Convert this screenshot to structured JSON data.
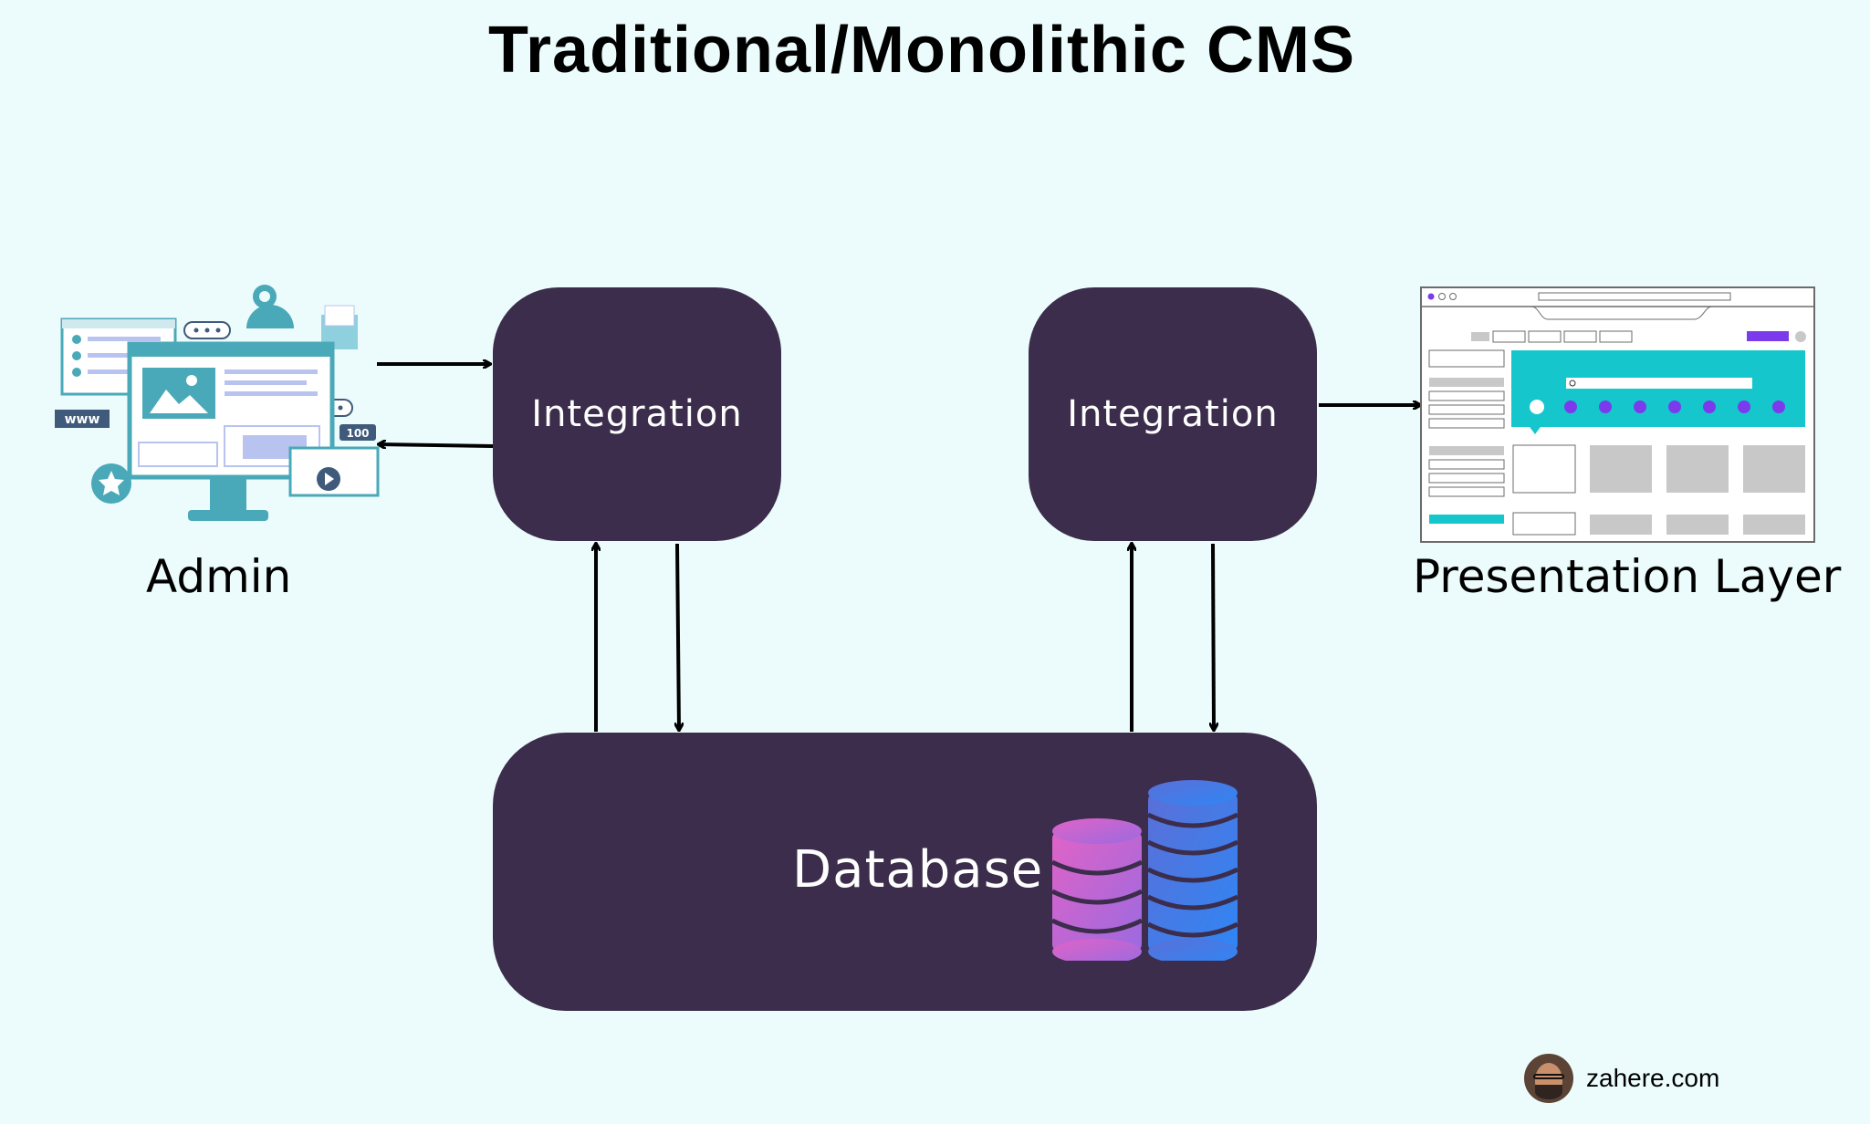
{
  "title": "Traditional/Monolithic CMS",
  "nodes": {
    "admin": {
      "label": "Admin"
    },
    "integration_left": {
      "label": "Integration"
    },
    "integration_right": {
      "label": "Integration"
    },
    "database": {
      "label": "Database"
    },
    "presentation": {
      "label": "Presentation Layer"
    }
  },
  "edges": [
    {
      "from": "admin",
      "to": "integration_left"
    },
    {
      "from": "integration_left",
      "to": "admin"
    },
    {
      "from": "database",
      "to": "integration_left"
    },
    {
      "from": "integration_left",
      "to": "database"
    },
    {
      "from": "database",
      "to": "integration_right"
    },
    {
      "from": "integration_right",
      "to": "database"
    },
    {
      "from": "integration_right",
      "to": "presentation"
    }
  ],
  "admin_illustration": {
    "badge_www": "www",
    "badge_100": "100"
  },
  "colors": {
    "background": "#ecfcfc",
    "box": "#3b2d4b",
    "admin_teal": "#4aa9b8",
    "presentation_teal": "#15c6cc",
    "presentation_purple": "#7c3aed",
    "db_pink": "#e063c7",
    "db_blue": "#3a7bf0"
  },
  "footer": {
    "site": "zahere.com",
    "avatar_icon": "author-avatar"
  }
}
